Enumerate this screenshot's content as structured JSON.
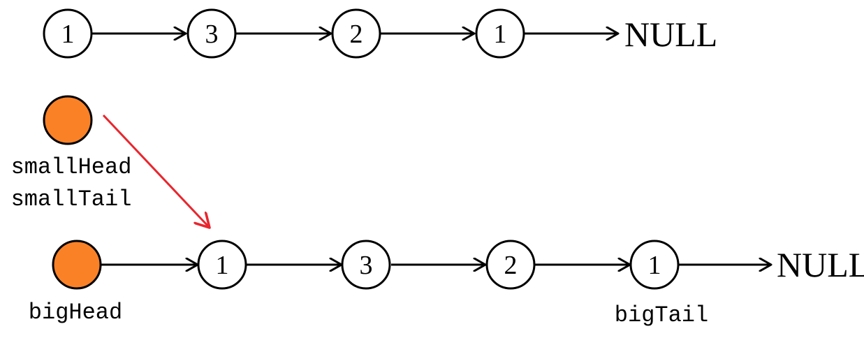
{
  "colors": {
    "node_fill": "#ffffff",
    "pointer_fill": "#fb8127",
    "edge": "#000000",
    "highlight_edge": "#e8262e",
    "text": "#000000"
  },
  "lists": {
    "top": {
      "nodes": [
        "1",
        "3",
        "2",
        "1"
      ],
      "terminator": "NULL"
    },
    "bottom": {
      "nodes": [
        "1",
        "3",
        "2",
        "1"
      ],
      "terminator": "NULL"
    }
  },
  "pointers": {
    "small": {
      "labels": [
        "smallHead",
        "smallTail"
      ]
    },
    "big": {
      "label": "bigHead"
    },
    "big_tail": {
      "label": "bigTail"
    }
  }
}
